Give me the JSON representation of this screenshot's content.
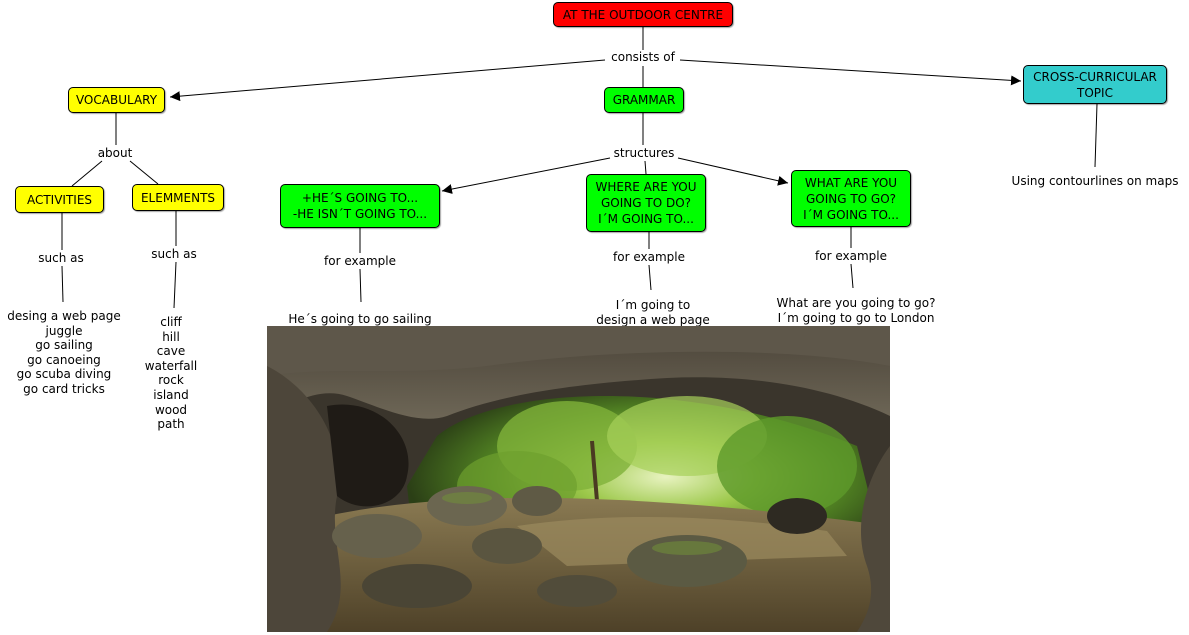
{
  "nodes": {
    "root": "AT THE OUTDOOR CENTRE",
    "vocabulary": "VOCABULARY",
    "grammar": "GRAMMAR",
    "cross": "CROSS-CURRICULAR\nTOPIC",
    "activities": "ACTIVITIES",
    "elements": "ELEMMENTS",
    "g1": "+HE´S GOING TO...\n-HE ISN´T GOING TO...",
    "g2": "WHERE ARE YOU\nGOING TO DO?\nI´M GOING TO...",
    "g3": "WHAT ARE YOU\nGOING TO GO?\nI´M GOING TO..."
  },
  "links": {
    "consists": "consists of",
    "about": "about",
    "structures": "structures",
    "such1": "such as",
    "such2": "such as",
    "fe1": "for example",
    "fe2": "for example",
    "fe3": "for example"
  },
  "texts": {
    "contour": "Using contourlines on maps",
    "activities_list": "desing a web page\njuggle\ngo sailing\ngo canoeing\ngo scuba diving\ngo card tricks",
    "elements_list": "cliff\nhill\ncave\nwaterfall\nrock\nisland\nwood\npath",
    "ex1": "He´s going to go sailing",
    "ex2": "I´m going to\ndesign a web page",
    "ex3": "What are you going to go?\nI´m going to go to London"
  },
  "colors": {
    "root": "#ff0000",
    "vocabulary": "#ffff00",
    "grammar": "#00ff00",
    "cross": "#33cccc"
  }
}
